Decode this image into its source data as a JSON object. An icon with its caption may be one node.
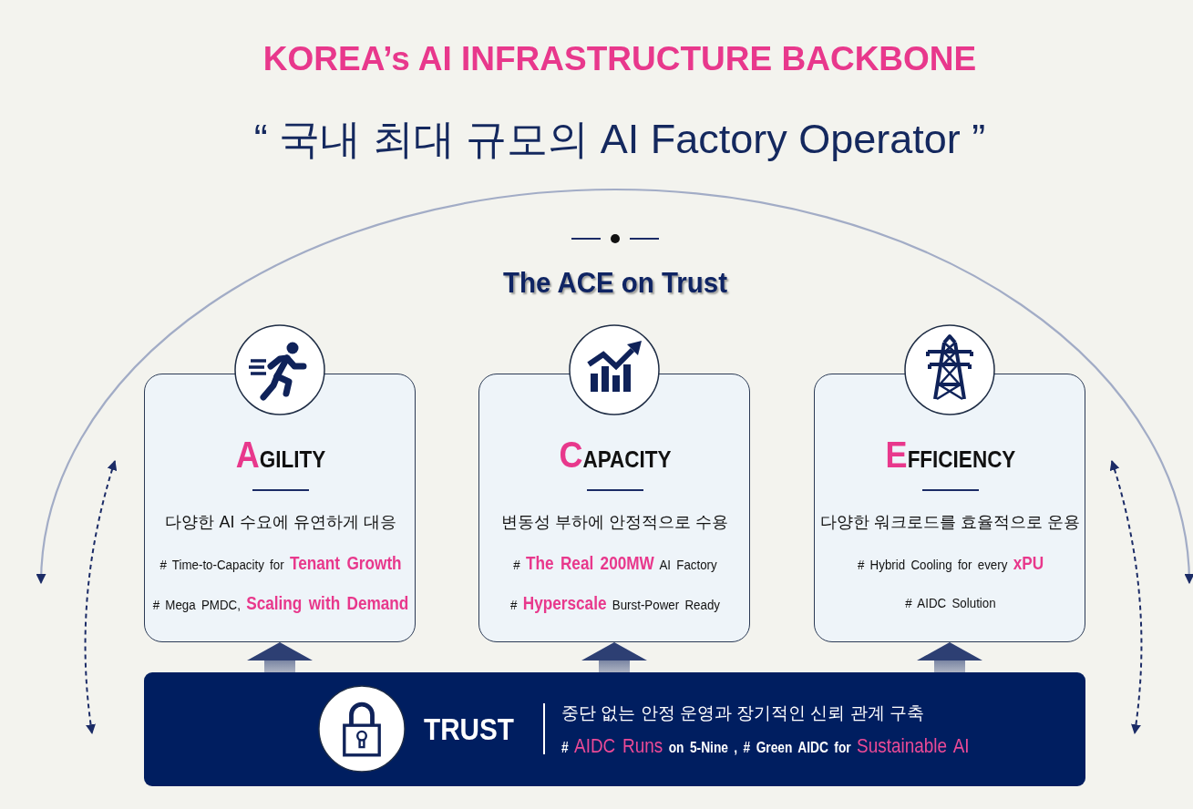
{
  "diagram": {
    "title": "KOREA’s AI INFRASTRUCTURE BACKBONE",
    "nodes": [
      {
        "text": [
          "AGILITY",
          "다양한 AI 수요에 유연하게 대응",
          "# Time-to-Capacity for **Tenant Growth**",
          "# Mega PMDC, **Scaling with Demand**"
        ]
      },
      {
        "text": [
          "CAPACITY",
          "변동성 부하에 안정적으로 수용",
          "# **The Real 200MW** AI Factory",
          "# **Hyperscale** Burst-Power Ready"
        ]
      },
      {
        "text": [
          "EFFICIENCY",
          "다양한 워크로드를 효율적으로 운용",
          "# Hybrid Cooling for every **xPU**",
          "# AIDC Solution"
        ]
      },
      {
        "text": [
          "TRUST",
          "중단 없는 안정 운영과 장기적인 신뢰 관계 구축",
          "# **AIDC Runs** on 5-Nine , # Green AIDC for **Sustainable AI**"
        ]
      }
    ],
    "edges": [
      {
        "from": 3,
        "to": 0,
        "arrow": "to"
      },
      {
        "from": 3,
        "to": 1,
        "arrow": "to"
      },
      {
        "from": 3,
        "to": 2,
        "arrow": "to"
      }
    ],
    "labels": [
      "“ 국내 최대 규모의 AI Factory Operator ”",
      "The ACE on Trust"
    ]
  }
}
